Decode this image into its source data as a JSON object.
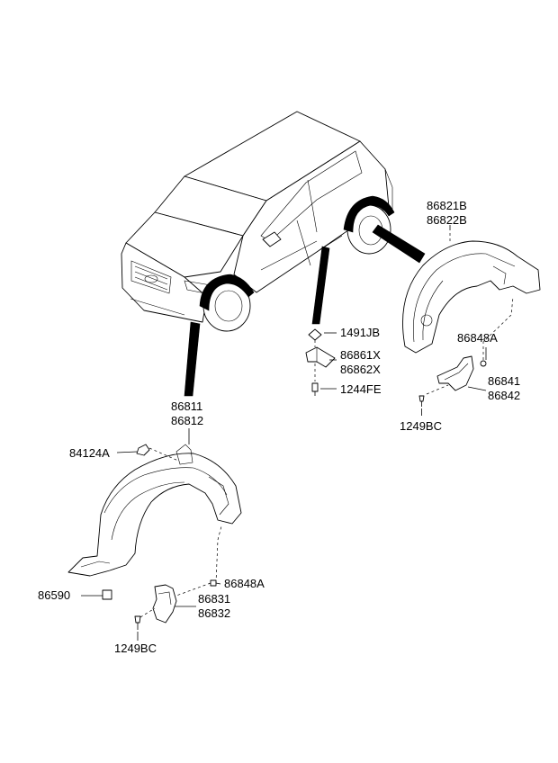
{
  "labels": {
    "rear_guard": [
      "86821B",
      "86822B"
    ],
    "clip_top": "1491JB",
    "bracket": [
      "86861X",
      "86862X"
    ],
    "bolt": "1244FE",
    "rear_clip": "86848A",
    "rear_flap": [
      "86841",
      "86842"
    ],
    "rear_screw": "1249BC",
    "front_guard": [
      "86811",
      "86812"
    ],
    "front_nut": "84124A",
    "front_clip": "86848A",
    "front_bolt": "86590",
    "front_flap": [
      "86831",
      "86832"
    ],
    "front_screw": "1249BC"
  }
}
